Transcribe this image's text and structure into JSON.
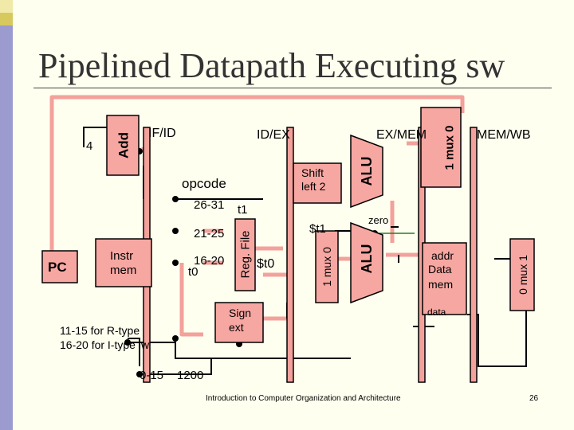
{
  "title": "Pipelined Datapath Executing sw",
  "pipeline_registers": [
    "IF/ID",
    "ID/EX",
    "EX/MEM",
    "MEM/WB"
  ],
  "units": {
    "pc": "PC",
    "adder_constant": "4",
    "adder": "Add",
    "instr_mem_line1": "Instr",
    "instr_mem_line2": "mem",
    "reg_file": "Reg. File",
    "shift_line1": "Shift",
    "shift_line2": "left 2",
    "alu_top": "ALU",
    "alu_main": "ALU",
    "mux_top": "1 mux 0",
    "mux_alu": "1 mux 0",
    "mux_wb": "0 mux 1",
    "data_mem_line1": "addr",
    "data_mem_line2": "Data",
    "data_mem_line3": "mem",
    "data_mem_input": "data",
    "sign_ext_line1": "Sign",
    "sign_ext_line2": "ext"
  },
  "field_labels": {
    "opcode": "opcode",
    "bits_26_31": "26-31",
    "bits_21_25": "21-25",
    "bits_16_20": "16-20",
    "bits_0_15": "0-15",
    "rtype_note": "11-15 for R-type",
    "itype_note": "16-20 for I-type lw"
  },
  "values": {
    "t1_a": "t1",
    "t0_a": "t0",
    "t0_b": "$t0",
    "t1_b": "$t1",
    "zero": "zero",
    "imm": "1200"
  },
  "footer": {
    "caption": "Introduction to Computer Organization and Architecture",
    "page": "26"
  },
  "colors": {
    "sidebar": "#9b9bd0",
    "sidebar_squares": [
      "#f1e9a8",
      "#d8c95e",
      "#9b9bd0"
    ],
    "pipeline_register_fill": "#f3a19b",
    "unit_fill": "#f7a7a2",
    "active_wire": "#f3a19b",
    "wire": "#000000",
    "background": "#fffff0"
  }
}
